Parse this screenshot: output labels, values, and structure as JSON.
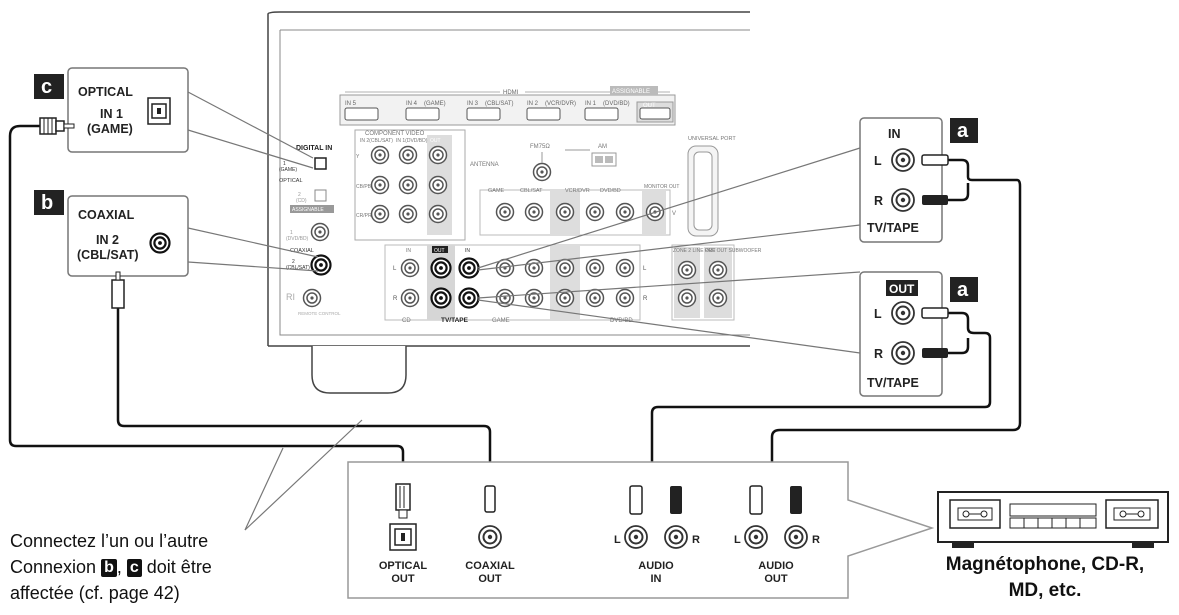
{
  "receiver": {
    "hdmi_title": "HDMI",
    "assignable": "ASSIGNABLE",
    "hdmi_inputs": [
      "IN 5",
      "IN 4",
      "IN 3",
      "IN 2",
      "IN 1"
    ],
    "hdmi_sub": [
      "",
      "(GAME)",
      "(CBL/SAT)",
      "(VCR/DVR)",
      "(DVD/BD)"
    ],
    "hdmi_out": "OUT",
    "digital_in": "DIGITAL IN",
    "optical": "OPTICAL",
    "coaxial": "COAXIAL",
    "opt_in1": "1",
    "opt_in1_sub": "(GAME)",
    "opt_in2": "2",
    "opt_in2_sub": "(CD)",
    "coax_in1": "1",
    "coax_in1_sub": "(DVD/BD)",
    "coax_in2": "2",
    "coax_in2_sub": "(CBL/SAT)",
    "component_video": "COMPONENT VIDEO",
    "comp_in2": "IN 2(CBL/SAT)",
    "comp_in1": "IN 1(DVD/BD)",
    "comp_out": "OUT",
    "comp_rows": [
      "Y",
      "CB/PB",
      "CR/PR"
    ],
    "fm": "FM75Ω",
    "am": "AM",
    "antenna": "ANTENNA",
    "universal_port": "UNIVERSAL PORT",
    "video_groups": [
      "GAME",
      "CBL/SAT",
      "VCR/DVR",
      "DVD/BD",
      "MONITOR OUT"
    ],
    "in": "IN",
    "out": "OUT",
    "v": "V",
    "l": "L",
    "r": "R",
    "cd": "CD",
    "tv_tape": "TV/TAPE",
    "game": "GAME",
    "dvd_bd": "DVD/BD",
    "zone2": "ZONE 2 LINE OUT",
    "pre_out": "PRE OUT SUBWOOFER",
    "ri": "RI",
    "remote_control": "REMOTE CONTROL"
  },
  "callout_c": {
    "badge": "c",
    "title": "OPTICAL",
    "line1": "IN 1",
    "line2": "(GAME)"
  },
  "callout_b": {
    "badge": "b",
    "title": "COAXIAL",
    "line1": "IN 2",
    "line2": "(CBL/SAT)"
  },
  "callout_in": {
    "badge": "a",
    "title": "IN",
    "l": "L",
    "r": "R",
    "name": "TV/TAPE"
  },
  "callout_out": {
    "badge": "a",
    "title": "OUT",
    "l": "L",
    "r": "R",
    "name": "TV/TAPE"
  },
  "device_panel": {
    "optical_out_1": "OPTICAL",
    "optical_out_2": "OUT",
    "coaxial_out_1": "COAXIAL",
    "coaxial_out_2": "OUT",
    "audio_in_1": "AUDIO",
    "audio_in_2": "IN",
    "audio_out_1": "AUDIO",
    "audio_out_2": "OUT",
    "l": "L",
    "r": "R"
  },
  "caption": {
    "line1": "Connectez l’un ou l’autre",
    "line2_pre": "Connexion ",
    "badge_b": "b",
    "sep": ", ",
    "badge_c": "c",
    "line2_post": " doit être",
    "line3": "affectée (cf. page 42)"
  },
  "device_name": {
    "line1": "Magnétophone, CD-R,",
    "line2": "MD, etc."
  }
}
